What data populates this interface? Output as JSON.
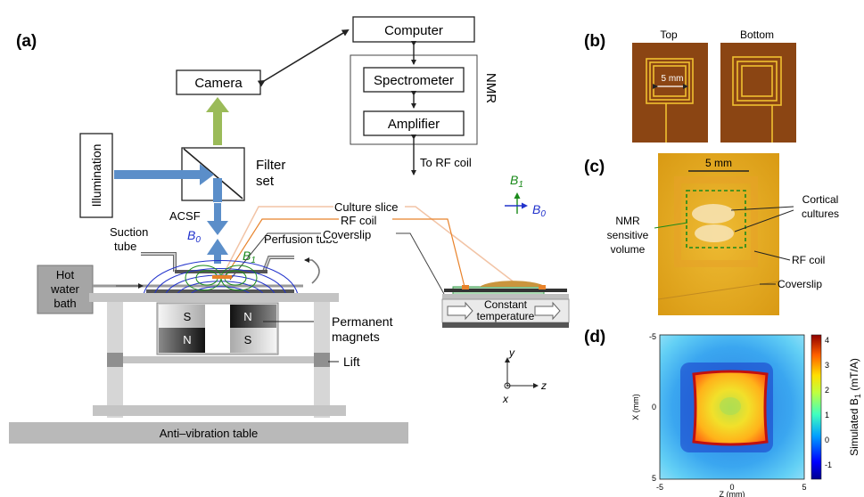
{
  "panels": {
    "a": "(a)",
    "b": "(b)",
    "c": "(c)",
    "d": "(d)"
  },
  "boxes": {
    "computer": "Computer",
    "camera": "Camera",
    "spectrometer": "Spectrometer",
    "amplifier": "Amplifier",
    "nmr": "NMR",
    "to_rf_coil": "To RF coil",
    "illumination": "Illumination",
    "filter_set": [
      "Filter",
      "set"
    ],
    "hot_water_bath": [
      "Hot",
      "water",
      "bath"
    ]
  },
  "labels": {
    "acsf": "ACSF",
    "suction_tube": [
      "Suction",
      "tube"
    ],
    "b0": "B",
    "b0_sub": "0",
    "b1": "B",
    "b1_sub": "1",
    "perfusion_tube": "Perfusion tube",
    "culture_slice": "Culture slice",
    "rf_coil": "RF coil",
    "coverslip": "Coverslip",
    "permanent_magnets": [
      "Permanent",
      "magnets"
    ],
    "lift": "Lift",
    "anti_vibration_table": "Anti–vibration table",
    "constant_temperature": [
      "Constant",
      "temperature"
    ],
    "magnet_s_top": "S",
    "magnet_n_top": "N",
    "magnet_n_bottom": "N",
    "magnet_s_bottom": "S"
  },
  "axes": {
    "y": "y",
    "x": "x",
    "z": "z"
  },
  "field_legend": {
    "b1": "B",
    "b1_sub": "1",
    "b0": "B",
    "b0_sub": "0"
  },
  "panel_b": {
    "top": "Top",
    "bottom": "Bottom",
    "scale": "5 mm"
  },
  "panel_c": {
    "scale": "5 mm",
    "nmr_volume": [
      "NMR",
      "sensitive",
      "volume"
    ],
    "cortical_cultures": [
      "Cortical",
      "cultures"
    ],
    "rf_coil": "RF coil",
    "coverslip": "Coverslip"
  },
  "panel_d": {
    "x_axis_label": "Z (mm)",
    "y_axis_label": "X (mm)",
    "x_ticks": [
      "-5",
      "0",
      "5"
    ],
    "y_ticks": [
      "-5",
      "0",
      "5"
    ],
    "colorbar_label": "Simulated B",
    "colorbar_label_sub": "1",
    "colorbar_unit": " (mT/A)",
    "colorbar_ticks": [
      "4",
      "3",
      "2",
      "1",
      "0",
      "-1"
    ]
  },
  "colors": {
    "arrow_blue": "#5b8ec9",
    "arrow_green": "#9bbb59",
    "b0_blue": "#2233cc",
    "b1_green": "#1a8a1a",
    "pcb_brown": "#8b4513",
    "copper": "#f0c030",
    "orange_line": "#e8822a",
    "peach_line": "#f2c4a6"
  },
  "chart_data": {
    "type": "heatmap",
    "title": "",
    "xlabel": "Z (mm)",
    "ylabel": "X (mm)",
    "xlim": [
      -5,
      5
    ],
    "ylim": [
      -5,
      5
    ],
    "colorbar_label": "Simulated B1 (mT/A)",
    "colorbar_range": [
      -1.5,
      4.2
    ],
    "description_values": {
      "outside_coil": 0.0,
      "coil_edge_peak": 4.0,
      "coil_interior_edge": 2.8,
      "center": 1.7,
      "just_outside_edge": -1.0
    }
  }
}
